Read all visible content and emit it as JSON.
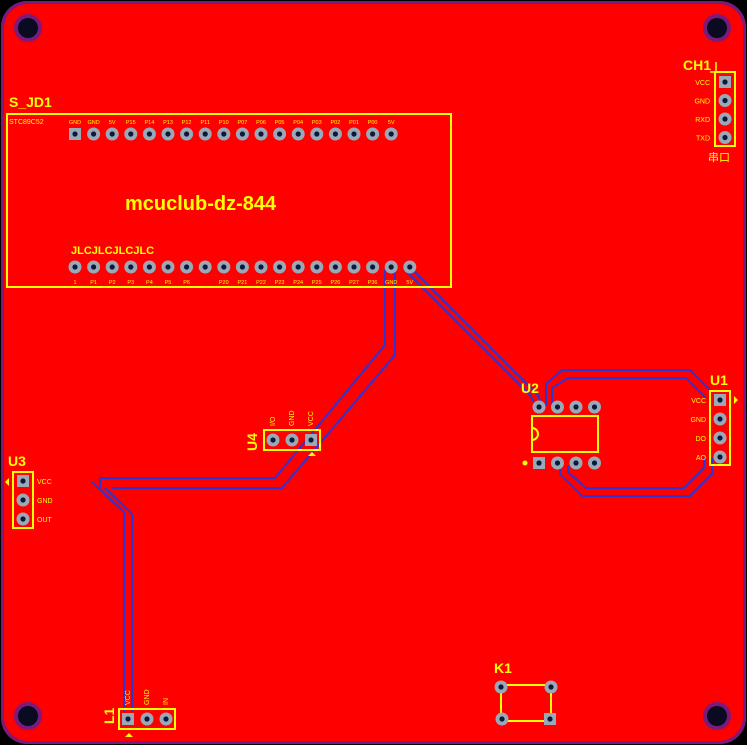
{
  "board": {
    "center_text": "mcuclub-dz-844",
    "colors": {
      "copper": "#ff0000",
      "silk": "#ffff00",
      "trace": "#2f33d4",
      "pad": "#9aa8b8",
      "hole": "#0a1a3a",
      "mount_ring": "#7a1a7a",
      "background": "#000000"
    }
  },
  "components": {
    "s_jd1": {
      "ref": "S_JD1",
      "top_header": "STC89C52",
      "top_pins": [
        "GND",
        "GND",
        "5V",
        "P15",
        "P14",
        "P13",
        "P12",
        "P11",
        "P10",
        "P07",
        "P06",
        "P05",
        "P04",
        "P03",
        "P02",
        "P01",
        "P00",
        "5V"
      ],
      "bottom_marking": "JLCJLCJLCJLC",
      "bottom_pins": [
        "1",
        "P1",
        "P2",
        "P3",
        "P4",
        "P5",
        "P6",
        "",
        "P20",
        "P21",
        "P22",
        "P23",
        "P24",
        "P25",
        "P26",
        "P27",
        "P36",
        "GND",
        "5V"
      ]
    },
    "ch1": {
      "ref": "CH1",
      "pins": [
        "VCC",
        "GND",
        "RXD",
        "TXD"
      ],
      "note": "串口"
    },
    "u1": {
      "ref": "U1",
      "pins": [
        "VCC",
        "GND",
        "DO",
        "AO"
      ]
    },
    "u2": {
      "ref": "U2"
    },
    "u3": {
      "ref": "U3",
      "pins": [
        "VCC",
        "GND",
        "OUT"
      ]
    },
    "u4": {
      "ref": "U4",
      "pins": [
        "I/O",
        "GND",
        "VCC"
      ]
    },
    "l1": {
      "ref": "L1",
      "pins": [
        "VCC",
        "GND",
        "IN"
      ]
    },
    "k1": {
      "ref": "K1"
    }
  }
}
